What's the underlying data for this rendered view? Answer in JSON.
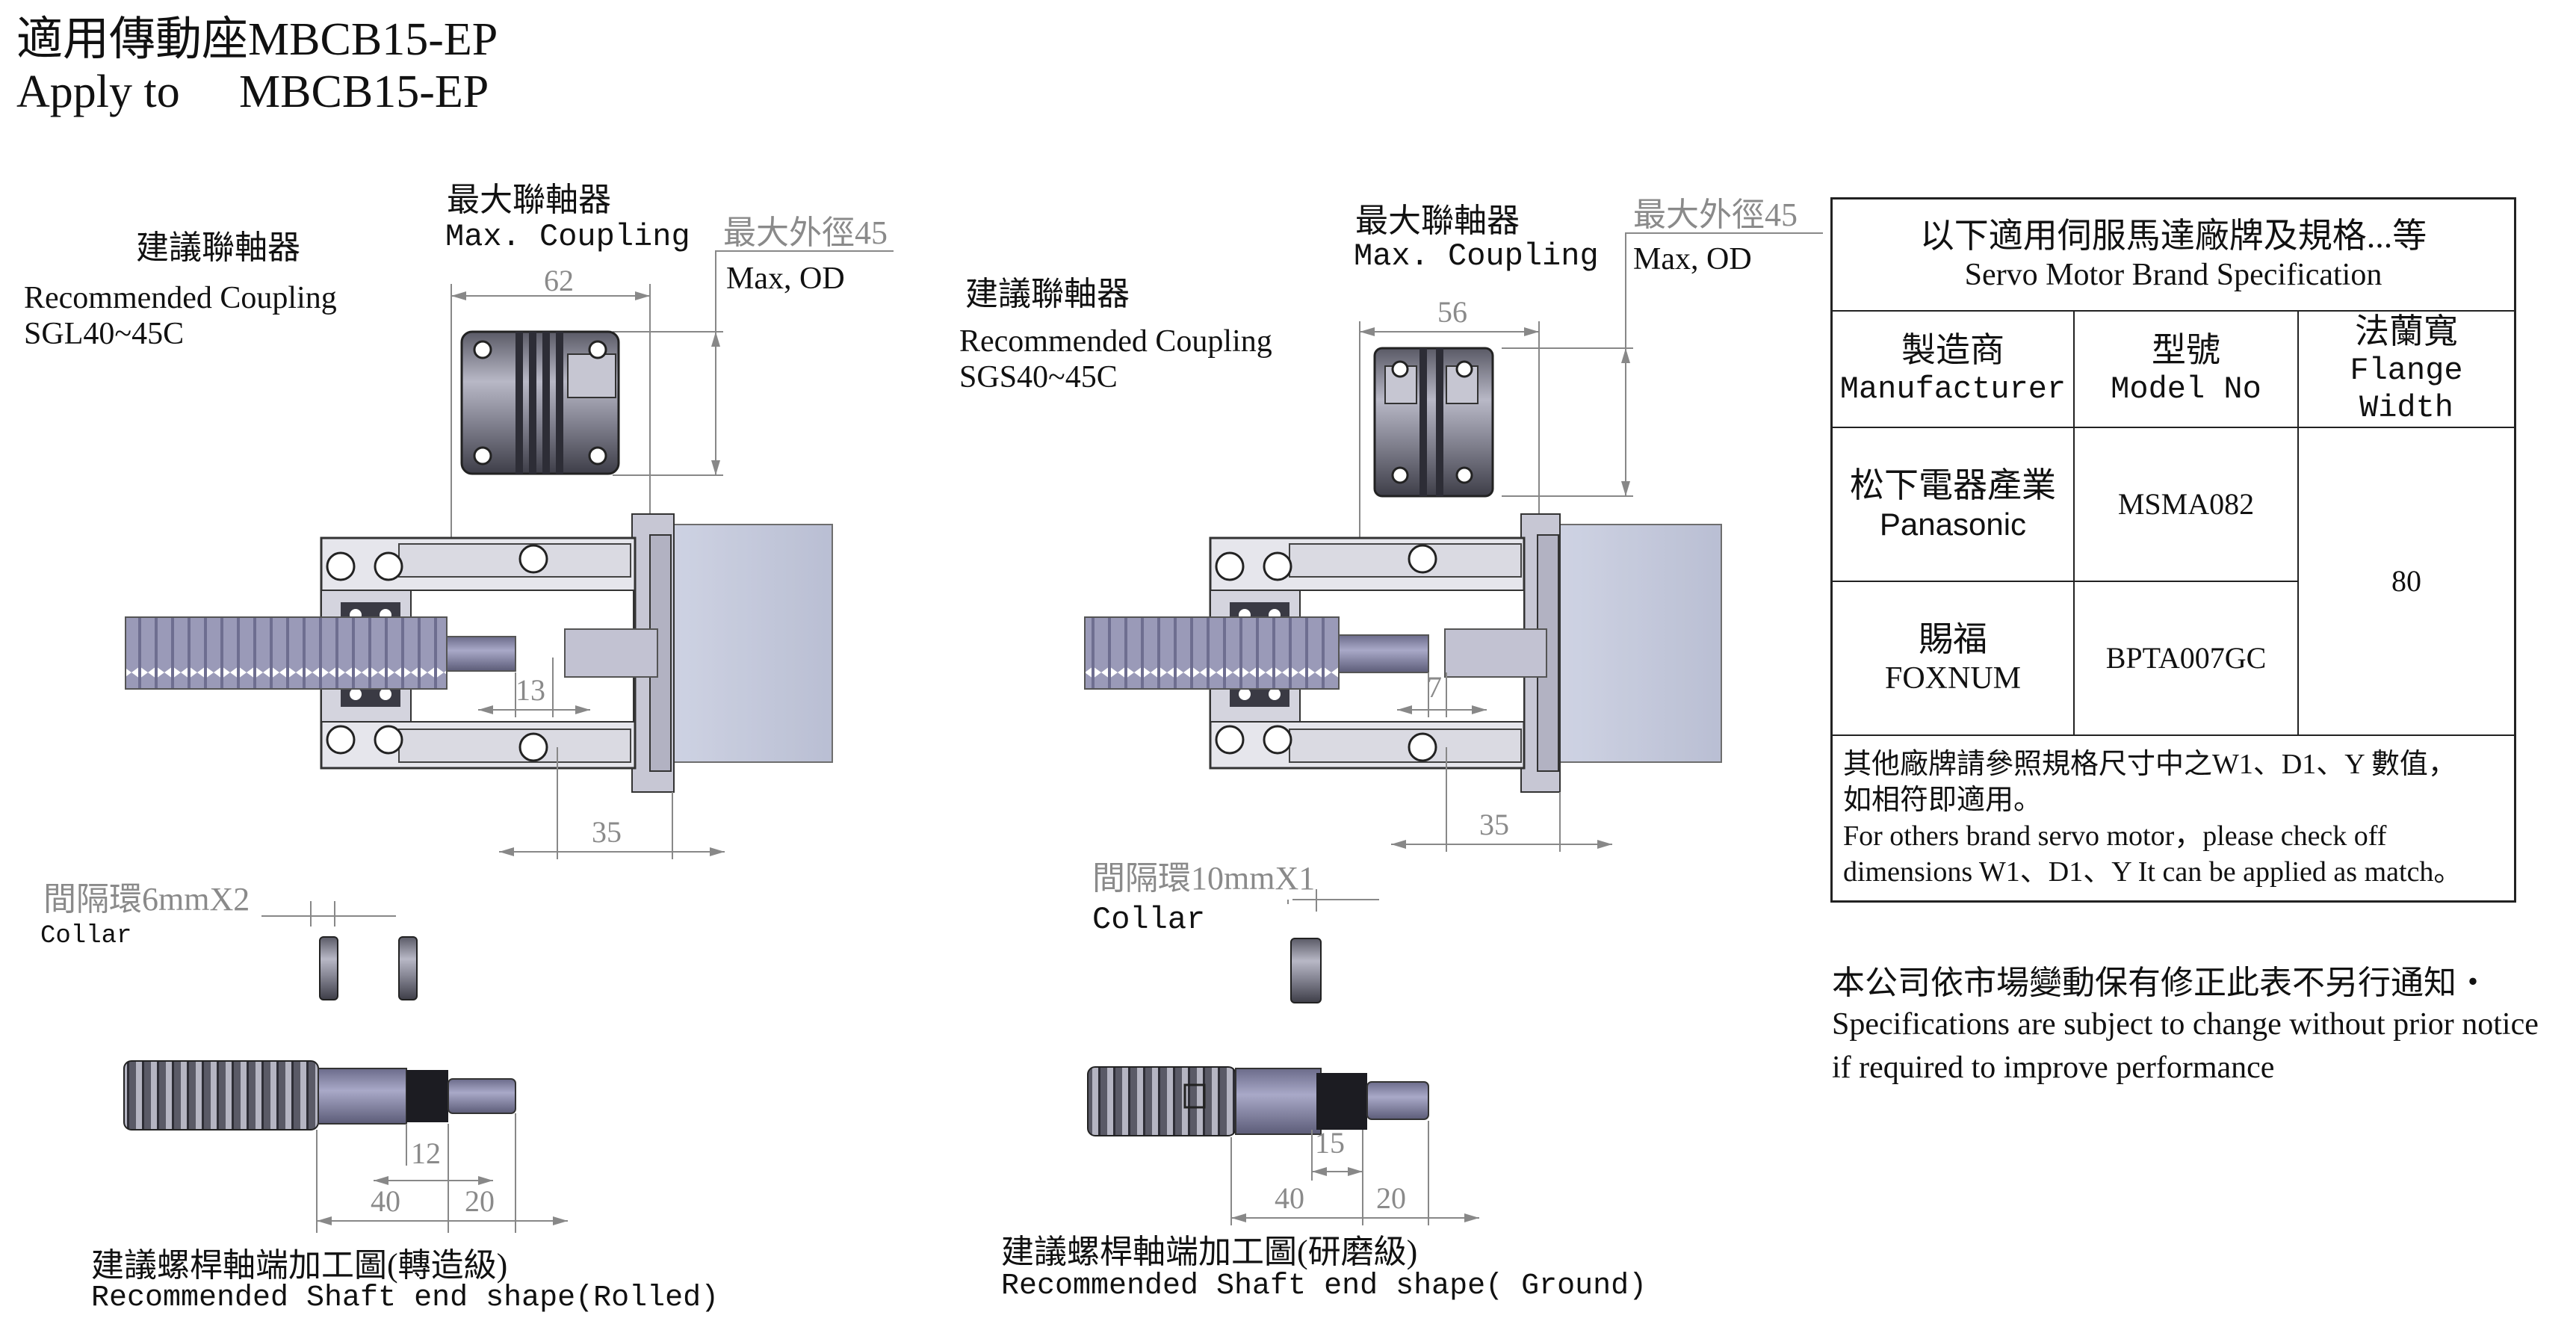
{
  "header": {
    "title_zh": "適用傳動座MBCB15-EP",
    "title_en_prefix": "Apply to",
    "title_en_model": "MBCB15-EP"
  },
  "left_assembly": {
    "coupling_label_zh": "建議聯軸器",
    "coupling_label_en": "Recommended Coupling",
    "coupling_model": "SGL40~45C",
    "max_coupling_zh": "最大聯軸器",
    "max_coupling_en": "Max. Coupling",
    "max_od_zh": "最大外徑45",
    "max_od_en": "Max, OD",
    "dim_coupling_width": "62",
    "dim_gap": "13",
    "dim_flange": "35",
    "collar_label_zh": "間隔環6mmX2",
    "collar_label_en": "Collar",
    "dim_shaft_12": "12",
    "dim_shaft_40": "40",
    "dim_shaft_20": "20",
    "shaft_caption_zh": "建議螺桿軸端加工圖(轉造級)",
    "shaft_caption_en": "Recommended Shaft end shape(Rolled)"
  },
  "right_assembly": {
    "coupling_label_zh": "建議聯軸器",
    "coupling_label_en": "Recommended Coupling",
    "coupling_model": "SGS40~45C",
    "max_coupling_zh": "最大聯軸器",
    "max_coupling_en": "Max. Coupling",
    "max_od_zh": "最大外徑45",
    "max_od_en": "Max, OD",
    "dim_coupling_width": "56",
    "dim_gap": "7",
    "dim_flange": "35",
    "collar_label_zh": "間隔環10mmX1",
    "collar_label_en": "Collar",
    "dim_shaft_15": "15",
    "dim_shaft_40": "40",
    "dim_shaft_20": "20",
    "shaft_caption_zh": "建議螺桿軸端加工圖(研磨級)",
    "shaft_caption_en": "Recommended Shaft end shape( Ground)"
  },
  "spec_table": {
    "header_zh": "以下適用伺服馬達廠牌及規格...等",
    "header_en": "Servo Motor Brand Specification",
    "columns": [
      {
        "zh": "製造商",
        "en": "Manufacturer"
      },
      {
        "zh": "型號",
        "en": "Model No"
      },
      {
        "zh": "法蘭寬",
        "en": "Flange Width"
      }
    ],
    "rows": [
      {
        "brand_zh": "松下電器產業",
        "brand_en": "Panasonic",
        "model": "MSMA082"
      },
      {
        "brand_zh": "賜福",
        "brand_en": "FOXNUM",
        "model": "BPTA007GC"
      }
    ],
    "flange_width": "80",
    "note_zh_1": "其他廠牌請參照規格尺寸中之W1、D1、Y 數值，",
    "note_zh_2": "如相符即適用。",
    "note_en_1": "For others brand servo motor，please check off",
    "note_en_2": "dimensions W1、D1、Y It can be applied as match。"
  },
  "footer_notice": {
    "zh": "本公司依市場變動保有修正此表不另行通知・",
    "en_1": "Specifications are subject to change without prior notice",
    "en_2": "if required to improve performance"
  }
}
